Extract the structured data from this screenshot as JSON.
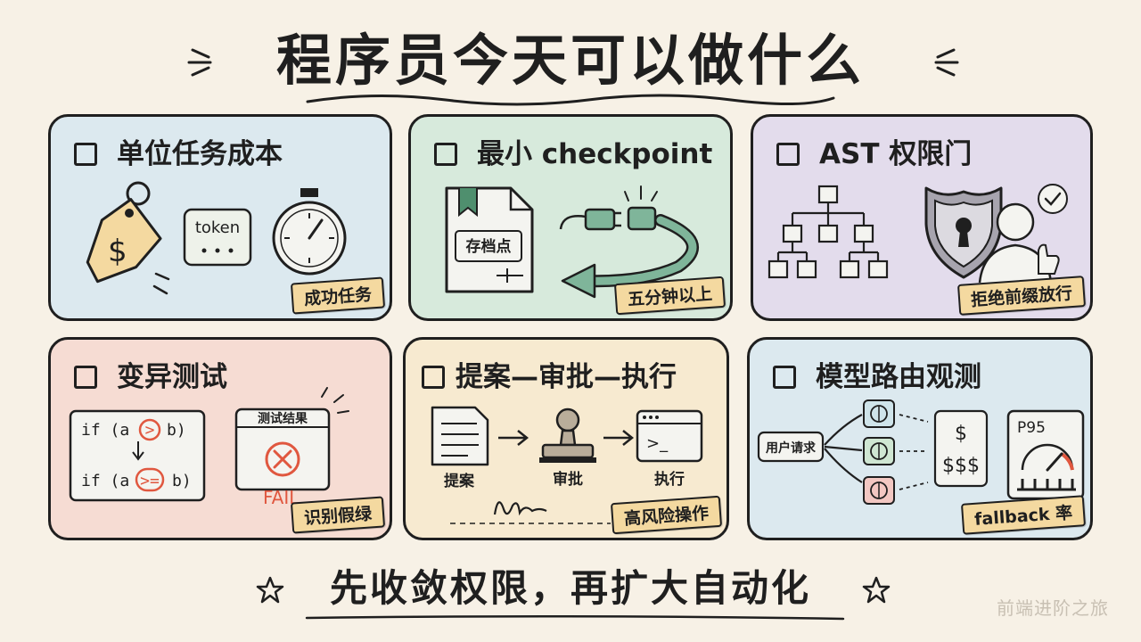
{
  "title": "程序员今天可以做什么",
  "cards": [
    {
      "title": "单位任务成本",
      "tag": "成功任务",
      "color": "#dce9ef",
      "labels": {
        "token": "token",
        "dollar": "$"
      }
    },
    {
      "title": "最小 checkpoint",
      "tag": "五分钟以上",
      "color": "#d7eadc",
      "labels": {
        "doc": "存档点"
      }
    },
    {
      "title": "AST 权限门",
      "tag": "拒绝前缀放行",
      "color": "#e3dcec",
      "labels": {}
    },
    {
      "title": "变异测试",
      "tag": "识别假绿",
      "color": "#f6dcd3",
      "labels": {
        "code1": "if (a",
        "op1": ">",
        "code1b": "b)",
        "code2": "if (a",
        "op2": ">=",
        "code2b": "b)",
        "result_title": "测试结果",
        "fail": "FAIL"
      }
    },
    {
      "title": "提案—审批—执行",
      "tag": "高风险操作",
      "color": "#f7ead0",
      "labels": {
        "step1": "提案",
        "step2": "审批",
        "step3": "执行",
        "term": ">_"
      }
    },
    {
      "title": "模型路由观测",
      "tag": "fallback 率",
      "color": "#dce9ef",
      "labels": {
        "request": "用户请求",
        "cheap": "$",
        "expensive": "$$$",
        "p95": "P95"
      }
    }
  ],
  "footer": "先收敛权限，再扩大自动化",
  "watermark": "前端进阶之旅",
  "colors": {
    "ink": "#1f1f1f",
    "tag": "#f4d9a0",
    "accent_red": "#e0573f",
    "accent_green": "#4f8f6e",
    "background": "#f7f1e6"
  },
  "icons": [
    "price-tag-icon",
    "stopwatch-icon",
    "document-icon",
    "plug-icon",
    "tree-icon",
    "shield-lock-icon",
    "person-check-icon",
    "stamp-icon",
    "terminal-icon",
    "brain-icon",
    "gauge-icon",
    "star-icon"
  ]
}
